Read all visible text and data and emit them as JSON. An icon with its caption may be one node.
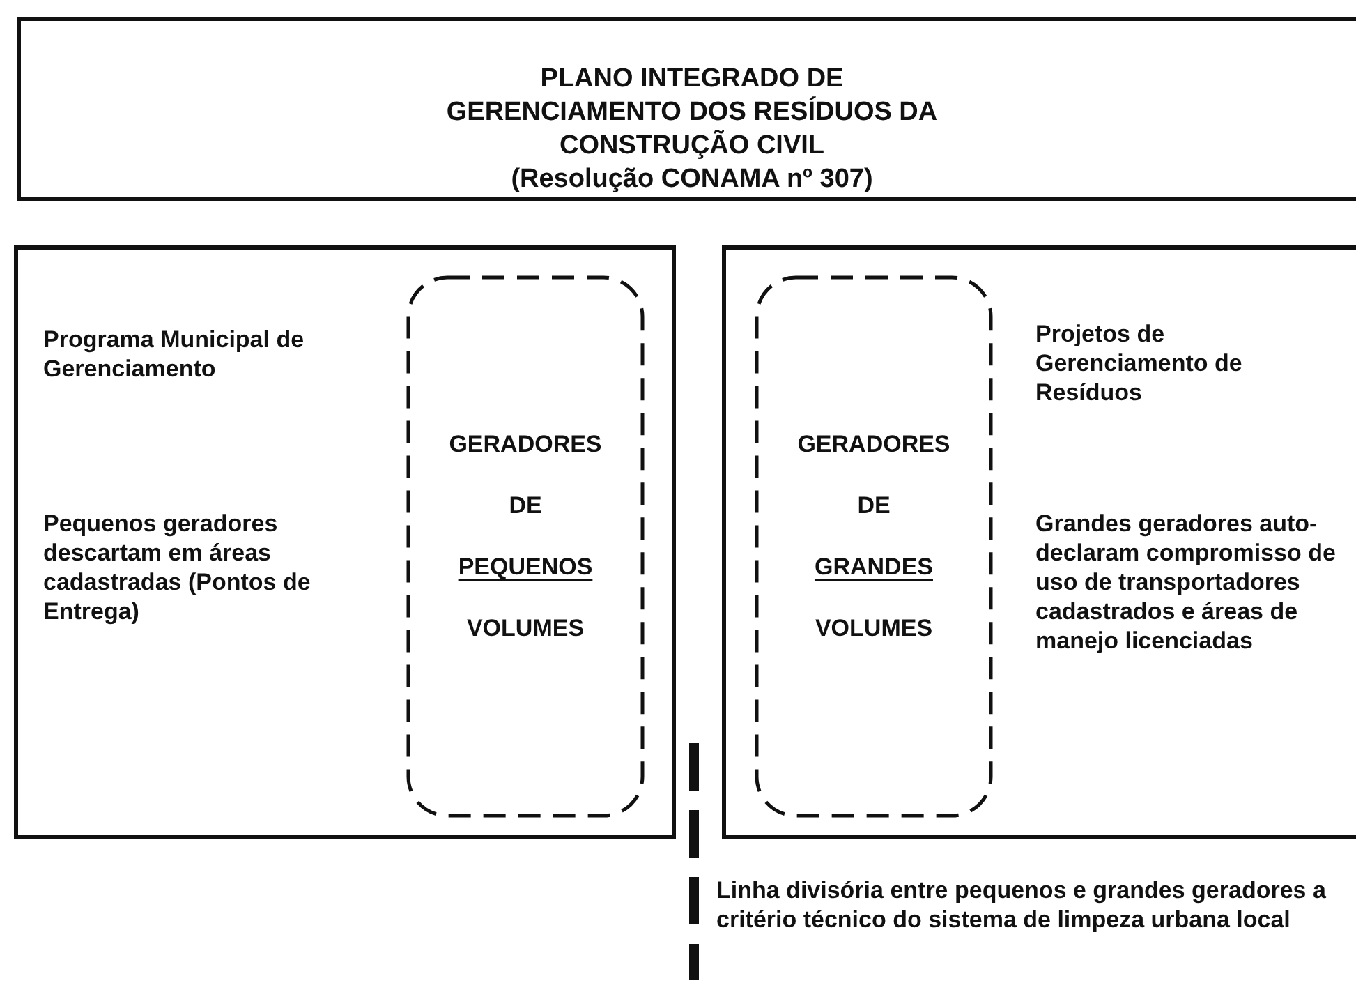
{
  "diagram": {
    "nodes": [
      {
        "text": [
          "PLANO INTEGRADO DE GERENCIAMENTO DOS RESÍDUOS DA CONSTRUÇÃO CIVIL",
          "(Resolução CONAMA nº 307)"
        ]
      },
      {
        "text": [
          "Programa Municipal de Gerenciamento",
          "Pequenos geradores descartam em áreas cadastradas (Pontos de Entrega)"
        ]
      },
      {
        "text": [
          "GERADORES DE PEQUENOS VOLUMES"
        ],
        "in": 1
      },
      {
        "text": [
          "Projetos de Gerenciamento de Resíduos",
          "Grandes geradores auto-declaram compromisso de uso de transportadores cadastrados e áreas de manejo licenciadas"
        ]
      },
      {
        "text": [
          "GERADORES DE GRANDES VOLUMES"
        ],
        "in": 3
      }
    ],
    "edges": [],
    "labels": [
      "Linha divisória entre pequenos e grandes geradores a critério técnico do sistema de limpeza urbana local"
    ]
  }
}
